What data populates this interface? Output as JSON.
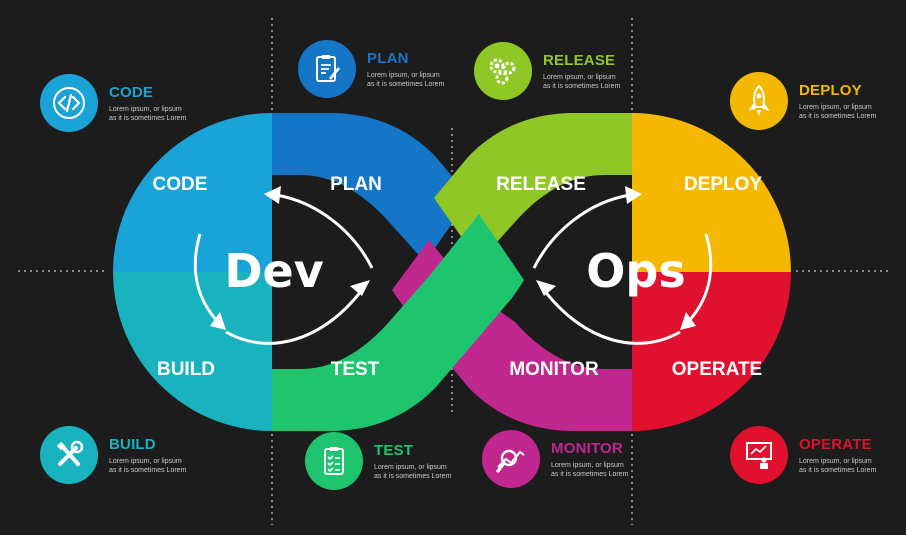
{
  "center": {
    "left": "Dev",
    "right": "Ops"
  },
  "segments": [
    {
      "id": "code",
      "label": "CODE",
      "color": "#1aa3d6"
    },
    {
      "id": "plan",
      "label": "PLAN",
      "color": "#1576c8"
    },
    {
      "id": "build",
      "label": "BUILD",
      "color": "#18b3bf"
    },
    {
      "id": "test",
      "label": "TEST",
      "color": "#1fc46e"
    },
    {
      "id": "release",
      "label": "RELEASE",
      "color": "#8ec726"
    },
    {
      "id": "deploy",
      "label": "DEPLOY",
      "color": "#f5b800"
    },
    {
      "id": "monitor",
      "label": "MONITOR",
      "color": "#c0278f"
    },
    {
      "id": "operate",
      "label": "OPERATE",
      "color": "#e0102f"
    }
  ],
  "info": {
    "code": {
      "title": "CODE",
      "desc": "Lorem ipsum, or lipsum as it is sometimes Lorem",
      "color": "#1aa3d6",
      "icon": "code-icon"
    },
    "plan": {
      "title": "PLAN",
      "desc": "Lorem ipsum, or lipsum as it is sometimes Lorem",
      "color": "#1576c8",
      "icon": "clipboard-pen-icon"
    },
    "release": {
      "title": "RELEASE",
      "desc": "Lorem ipsum, or lipsum as it is sometimes Lorem",
      "color": "#8ec726",
      "icon": "gears-icon"
    },
    "deploy": {
      "title": "DEPLOY",
      "desc": "Lorem ipsum, or lipsum as it is sometimes Lorem",
      "color": "#f5b800",
      "icon": "rocket-icon"
    },
    "build": {
      "title": "BUILD",
      "desc": "Lorem ipsum, or lipsum as it is sometimes Lorem",
      "color": "#18b3bf",
      "icon": "tools-icon"
    },
    "test": {
      "title": "TEST",
      "desc": "Lorem ipsum, or lipsum as it is sometimes Lorem",
      "color": "#1fc46e",
      "icon": "checklist-icon"
    },
    "monitor": {
      "title": "MONITOR",
      "desc": "Lorem ipsum, or lipsum as it is sometimes Lorem",
      "color": "#c0278f",
      "icon": "magnifier-chart-icon"
    },
    "operate": {
      "title": "OPERATE",
      "desc": "Lorem ipsum, or lipsum as it is sometimes Lorem",
      "color": "#e0102f",
      "icon": "presenter-icon"
    }
  }
}
